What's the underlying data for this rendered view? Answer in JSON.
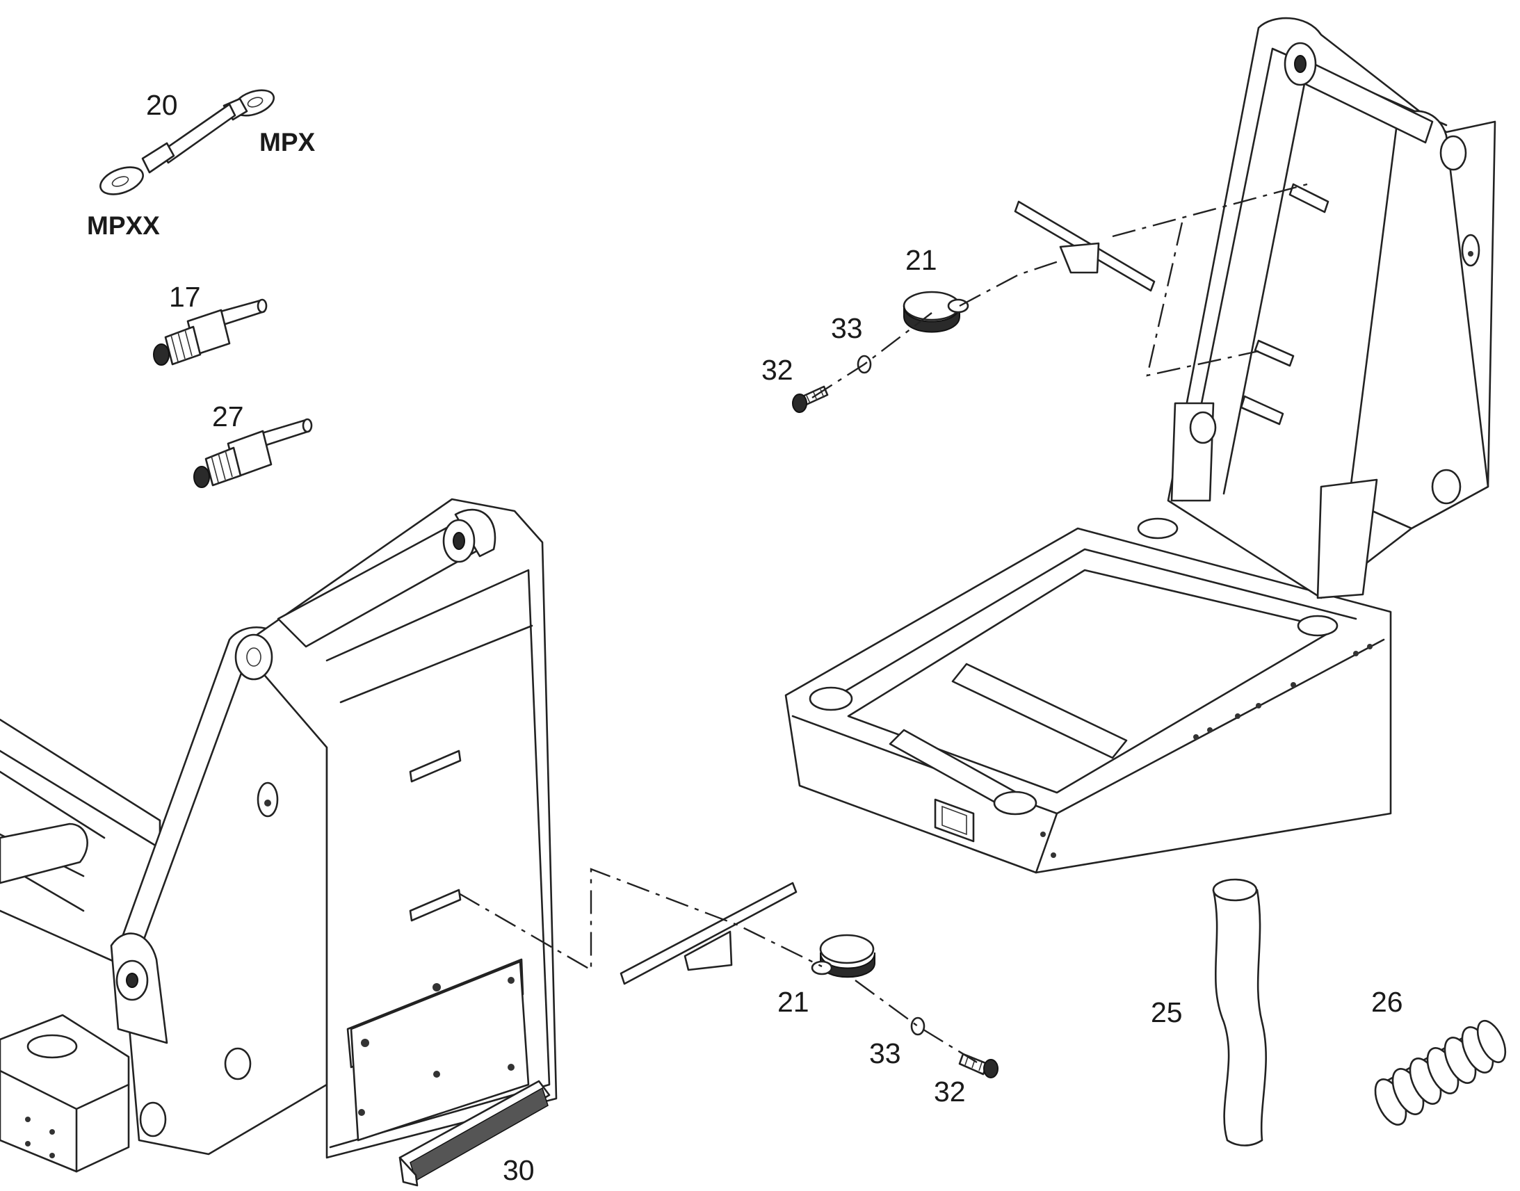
{
  "labels": {
    "p20": "20",
    "mpx": "MPX",
    "mpxx": "MPXX",
    "p17": "17",
    "p27": "27",
    "p21_top": "21",
    "p33_top": "33",
    "p32_top": "32",
    "p21_bottom": "21",
    "p33_bottom": "33",
    "p32_bottom": "32",
    "p25": "25",
    "p26": "26",
    "p30": "30"
  },
  "colors": {
    "line": "#222222",
    "background": "#ffffff"
  }
}
